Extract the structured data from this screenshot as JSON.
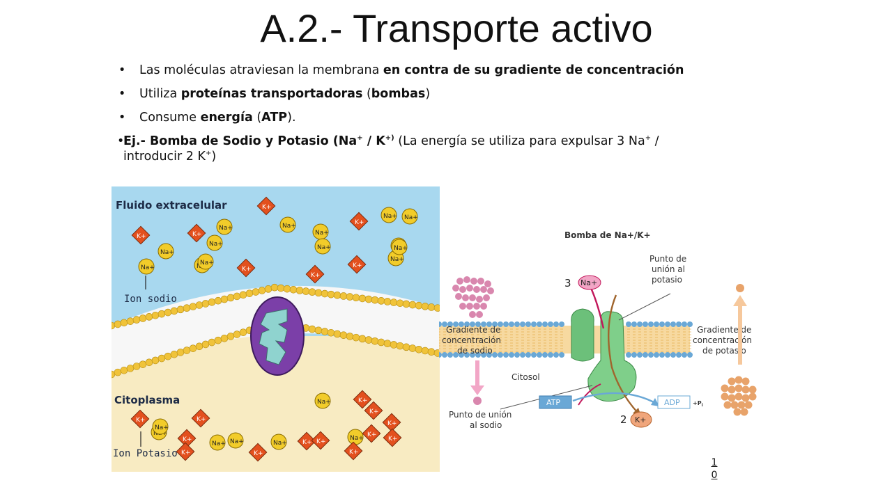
{
  "title": "A.2.- Transporte activo",
  "bullets": {
    "b1": {
      "pre": "Las moléculas atraviesan la membrana ",
      "bold": "en contra de su gradiente de concentración"
    },
    "b2": {
      "pre": "Utiliza ",
      "bold1": "proteínas transportadoras",
      "mid": " (",
      "bold2": "bombas",
      "post": ")"
    },
    "b3": {
      "pre": "Consume ",
      "bold1": "energía",
      "mid": " (",
      "bold2": "ATP",
      "post": ")."
    },
    "b4": {
      "bold_pre": "Ej.- Bomba de  Sodio y Potasio (Na",
      "sup1": "+",
      "bold_mid": " / K",
      "sup2": "+)",
      "text1": " (La energía se utiliza para expulsar 3 Na",
      "sup3": "+",
      "text2": " /",
      "text3": "introducir 2 K",
      "sup4": "+",
      "text4": ")"
    }
  },
  "left_figure": {
    "label_extracellular": "Fluido extracelular",
    "label_cytoplasm": "Citoplasma",
    "label_sodium_ion": "Ion sodio",
    "label_potassium_ion": "Ion Potasio",
    "na_symbol": "Na+",
    "k_symbol": "K+",
    "colors": {
      "extracellular": "#a8d8ef",
      "cytoplasm": "#f8ebc2",
      "pump": "#7b3fa8",
      "pump_inner": "#8fd3cf",
      "ion_na": "#f2cc2a",
      "ion_k": "#e3501e"
    }
  },
  "right_figure": {
    "heading": "Bomba de Na+/K+",
    "label_3na_count": "3",
    "label_na": "Na+",
    "label_potassium_binding": "Punto de unión al potasio",
    "label_sodium_gradient": "Gradiente de concentración de sodio",
    "label_potassium_gradient": "Gradiente de concentración de potasio",
    "label_cytosol": "Citosol",
    "label_sodium_binding": "Punto de unión al sodio",
    "label_atp": "ATP",
    "label_adp": "ADP",
    "label_pi": "+P",
    "label_pi_sub": "i",
    "label_2k_count": "2",
    "label_k": "K+"
  },
  "slide_number": "10"
}
